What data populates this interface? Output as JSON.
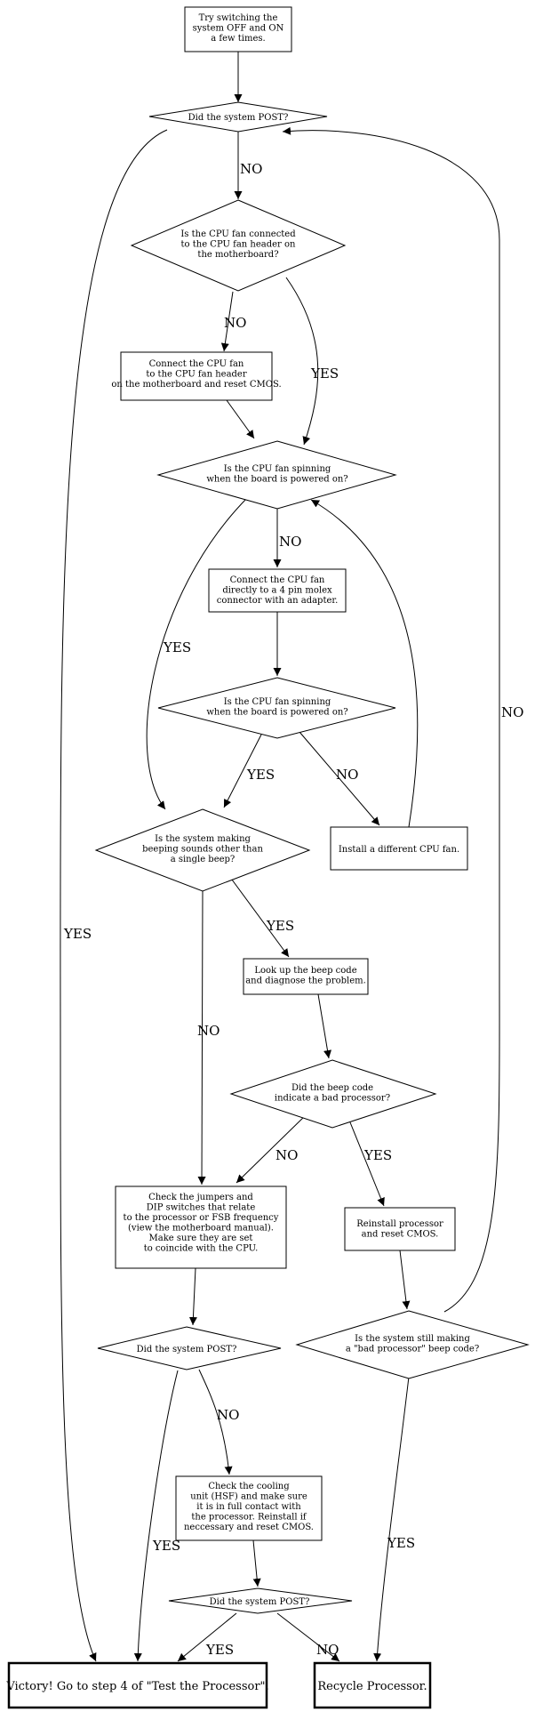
{
  "nodes": {
    "try_power_cycle": [
      "Try switching the",
      "system OFF and ON",
      "a few times."
    ],
    "post_1": [
      "Did the system POST?"
    ],
    "cpu_fan_connected": [
      "Is the CPU fan connected",
      "to the CPU fan header on",
      "the motherboard?"
    ],
    "connect_fan_header": [
      "Connect the CPU fan",
      "to the CPU fan header",
      "on the motherboard and reset CMOS."
    ],
    "fan_spinning_1": [
      "Is the CPU fan spinning",
      "when the board is powered on?"
    ],
    "connect_molex": [
      "Connect the CPU fan",
      "directly to a 4 pin molex",
      "connector with an adapter."
    ],
    "fan_spinning_2": [
      "Is the CPU fan spinning",
      "when the board is powered on?"
    ],
    "install_fan": [
      "Install a different CPU fan."
    ],
    "beeping": [
      "Is the system making",
      "beeping sounds other than",
      "a single beep?"
    ],
    "lookup_beep": [
      "Look up the beep code",
      "and diagnose the problem."
    ],
    "bad_processor_beep": [
      "Did the beep code",
      "indicate a bad processor?"
    ],
    "check_jumpers": [
      "Check the jumpers and",
      "DIP switches that relate",
      "to the processor or FSB frequency",
      "(view the motherboard manual).",
      "Make sure they are set",
      "to coincide with the CPU."
    ],
    "reinstall_processor": [
      "Reinstall processor",
      "and reset CMOS."
    ],
    "post_2": [
      "Did the system POST?"
    ],
    "still_bad_beep": [
      "Is the system still making",
      "a \"bad processor\" beep code?"
    ],
    "check_cooling": [
      "Check the cooling",
      "unit (HSF) and make sure",
      "it is in full contact with",
      "the processor. Reinstall if",
      "neccessary and reset CMOS."
    ],
    "post_3": [
      "Did the system POST?"
    ],
    "victory": [
      "Victory! Go to step 4 of \"Test the Processor\"."
    ],
    "recycle": [
      "Recycle Processor."
    ]
  },
  "edge_labels": {
    "post1_no": "NO",
    "post1_yes": "YES",
    "fanconn_no": "NO",
    "fanconn_yes": "YES",
    "spin1_no": "NO",
    "spin1_yes": "YES",
    "spin2_yes": "YES",
    "spin2_no": "NO",
    "beeping_yes": "YES",
    "beeping_no": "NO",
    "badproc_no": "NO",
    "badproc_yes": "YES",
    "post2_no": "NO",
    "post2_yes": "YES",
    "stillbad_no": "NO",
    "stillbad_yes": "YES",
    "post3_yes": "YES",
    "post3_no": "NO"
  }
}
